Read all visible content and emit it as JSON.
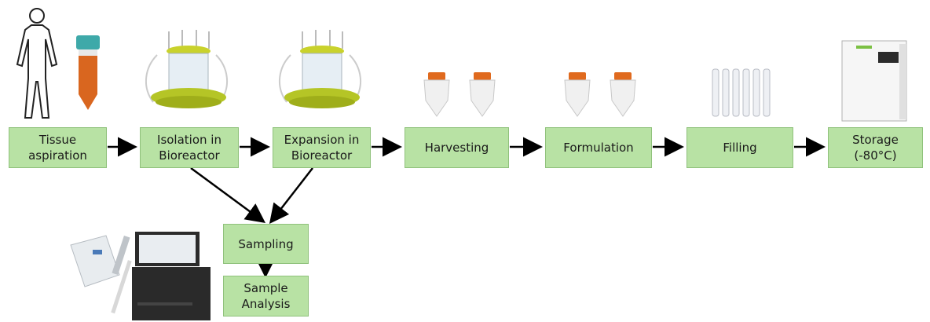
{
  "steps": {
    "tissue": "Tissue\naspiration",
    "isolation": "Isolation in\nBioreactor",
    "expansion": "Expansion in\nBioreactor",
    "harvesting": "Harvesting",
    "formulation": "Formulation",
    "filling": "Filling",
    "storage": "Storage\n(-80°C)",
    "sampling": "Sampling",
    "analysis": "Sample\nAnalysis"
  },
  "colors": {
    "box_fill": "#b8e2a4",
    "box_border": "#8fc17b",
    "arrow": "#000000",
    "tube_body": "#d9661f",
    "tube_cap": "#3ea9a9",
    "bioreactor_base": "#b5c526",
    "cap_orange": "#e06a1e",
    "analyzer_dark": "#2b2b2b"
  },
  "icons": [
    "human-silhouette-icon",
    "sample-tube-icon",
    "bioreactor-icon",
    "centrifuge-tube-icon",
    "vial-rack-icon",
    "freezer-icon",
    "handheld-sampler-icon",
    "analyzer-instrument-icon"
  ]
}
